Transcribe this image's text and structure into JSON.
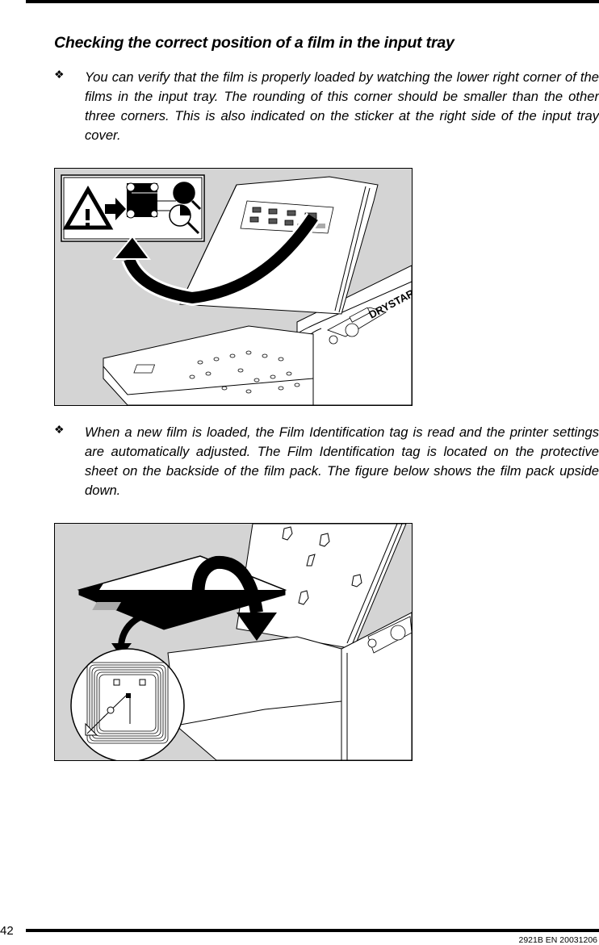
{
  "page": {
    "heading": "Checking the correct position of a film in the input tray",
    "bullet_glyph": "❖",
    "paragraphs": [
      {
        "text": "You can verify that the film is properly loaded by watching the lower right corner of the films in the input tray. The rounding of this corner should be smaller than the other three corners. This is also indicated on the sticker at the right side of the input tray cover."
      },
      {
        "text": "When a new film is loaded, the Film Identification tag is read and the printer settings are automatically adjusted. The Film Identification tag is located on the protective sheet on the backside of the film pack. The figure below shows the film pack upside down."
      }
    ],
    "figures": [
      {
        "description": "Printer input tray with raised cover; sticker callout showing corner rounding check",
        "printer_label": "DRYSTAR",
        "icons": [
          "warning-triangle-icon",
          "arrow-right-icon",
          "magnifier-icon",
          "curved-arrow-icon"
        ]
      },
      {
        "description": "Film pack shown upside down above input tray with Film Identification tag (RFID coil) callout",
        "icons": [
          "flip-arrow-icon",
          "rfid-tag-icon",
          "arrow-down-icon"
        ]
      }
    ]
  },
  "footer": {
    "page_number": "42",
    "doc_id": "2921B EN 20031206"
  },
  "colors": {
    "figure_background": "#d4d4d4",
    "ink": "#000000",
    "paper": "#ffffff"
  }
}
